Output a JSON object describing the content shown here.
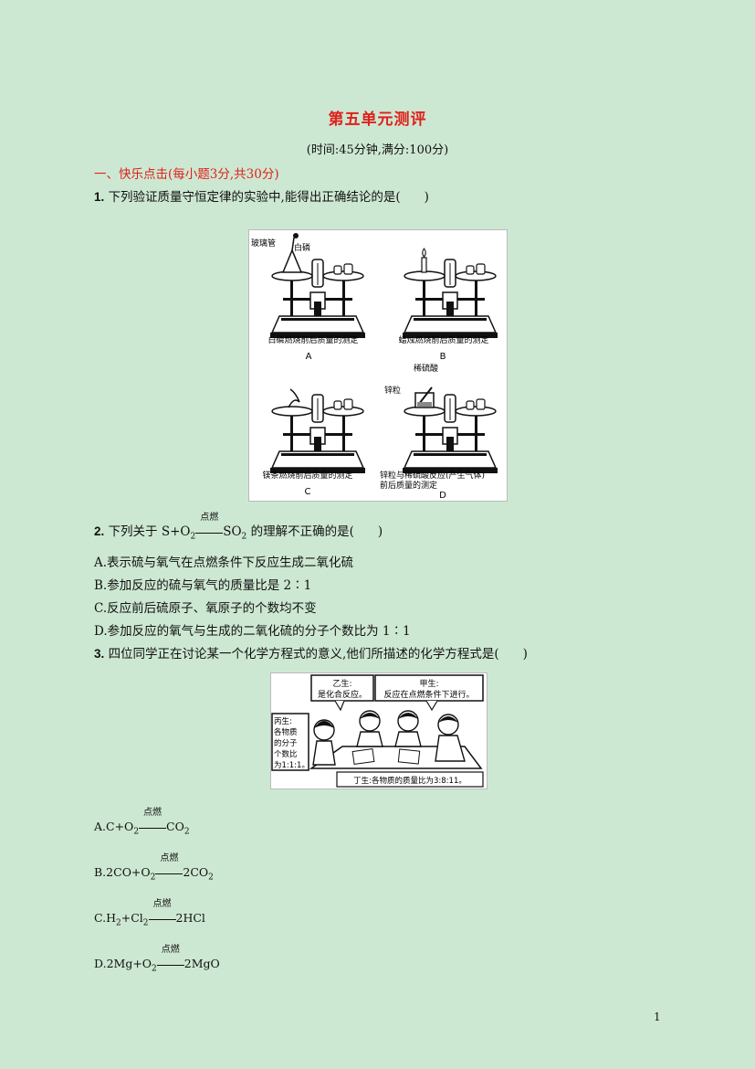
{
  "title": "第五单元测评",
  "subtitle": "(时间:45分钟,满分:100分)",
  "section": "一、快乐点击(每小题3分,共30分)",
  "q1": {
    "num": "1.",
    "text": "下列验证质量守恒定律的实验中,能得出正确结论的是(",
    "close": ")"
  },
  "figure1": {
    "labels": {
      "glass_tube": "玻璃管",
      "white_p": "白磷",
      "dilute_acid": "稀硫酸",
      "zinc": "锌粒"
    },
    "captions": [
      {
        "text": "白磷燃烧前后质量的测定",
        "letter": "A"
      },
      {
        "text": "蜡烛燃烧前后质量的测定",
        "letter": "B"
      },
      {
        "text": "镁条燃烧前后质量的测定",
        "letter": "C"
      },
      {
        "text": "锌粒与稀硫酸反应(产生气体)",
        "text2": "前后质量的测定",
        "letter": "D"
      }
    ]
  },
  "q2": {
    "num": "2.",
    "pre": "下列关于 S+O",
    "cond": "点燃",
    "product": "SO",
    "post": "的理解不正确的是(",
    "close": ")"
  },
  "q2_options": [
    "A.表示硫与氧气在点燃条件下反应生成二氧化硫",
    "B.参加反应的硫与氧气的质量比是 2∶1",
    "C.反应前后硫原子、氧原子的个数均不变",
    "D.参加反应的氧气与生成的二氧化硫的分子个数比为 1∶1"
  ],
  "q3": {
    "num": "3.",
    "text": "四位同学正在讨论某一个化学方程式的意义,他们所描述的化学方程式是(",
    "close": ")"
  },
  "figure2": {
    "yi": "乙生:",
    "yi2": "是化合反应。",
    "jia": "甲生:",
    "jia2": "反应在点燃条件下进行。",
    "bing": "丙生:",
    "bing2": "各物质",
    "bing3": "的分子",
    "bing4": "个数比",
    "bing5": "为1:1:1。",
    "ding": "丁生:各物质的质量比为3:8:11。"
  },
  "q3_options": [
    {
      "label": "A.",
      "left": "C+O",
      "cond": "点燃",
      "right": "CO"
    },
    {
      "label": "B.",
      "left": "2CO+O",
      "cond": "点燃",
      "right": "2CO"
    },
    {
      "label": "C.",
      "left": "H",
      "left_mid": "+Cl",
      "cond": "点燃",
      "right": "2HCl"
    },
    {
      "label": "D.",
      "left": "2Mg+O",
      "cond": "点燃",
      "right": "2MgO"
    }
  ],
  "page_number": "1"
}
